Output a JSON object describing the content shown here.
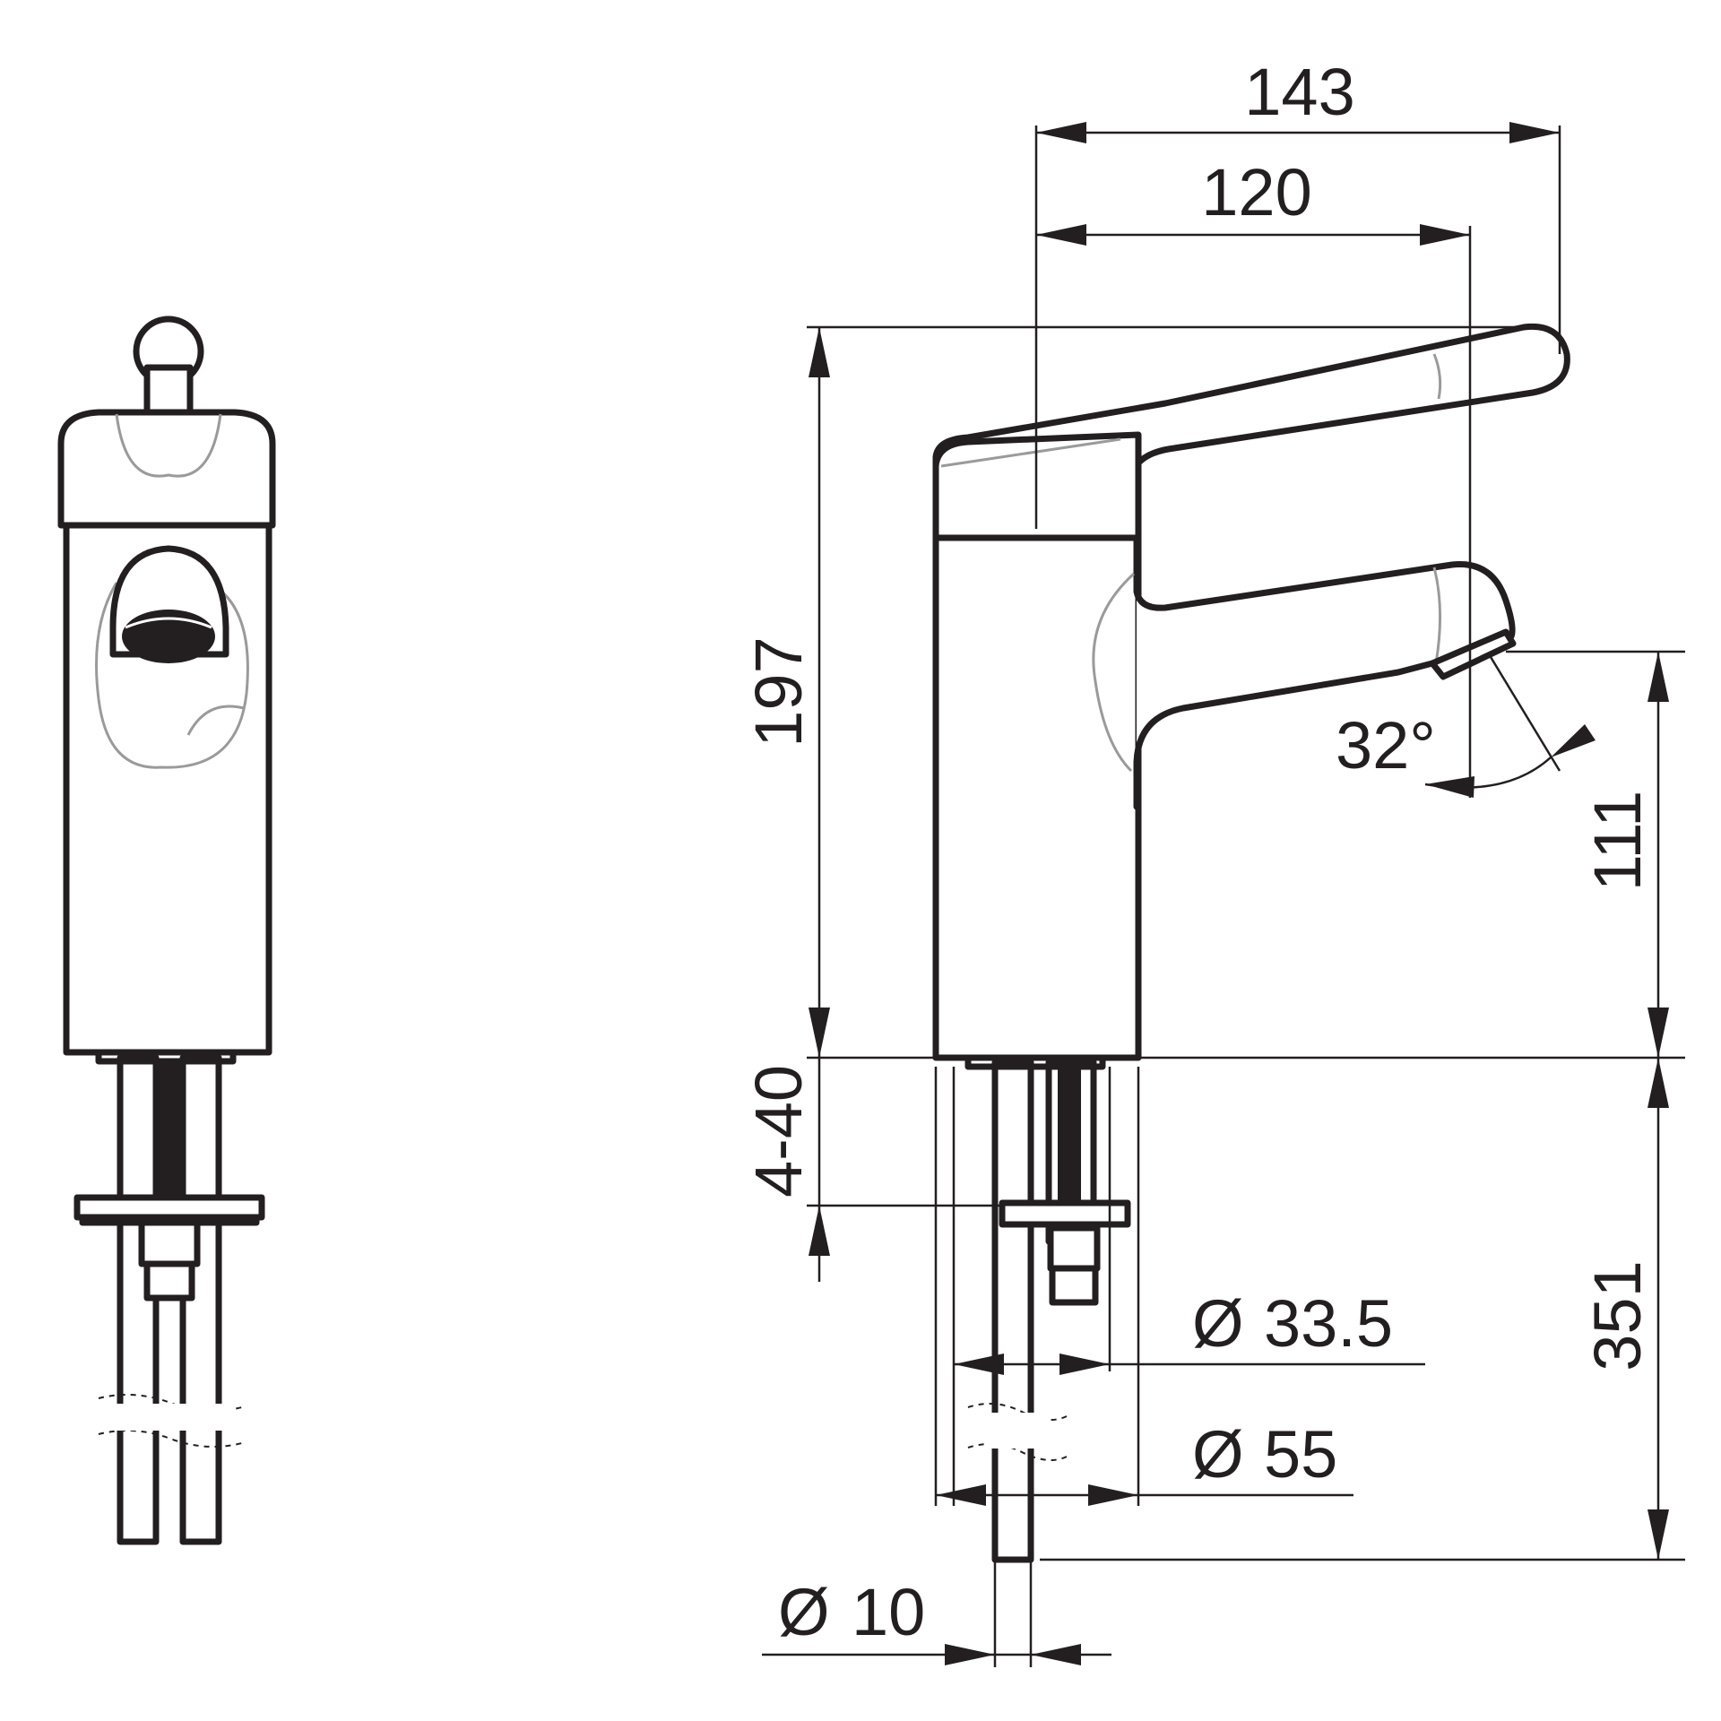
{
  "dimensions": {
    "width_total": "143",
    "width_spout": "120",
    "height_total": "197",
    "spout_height": "111",
    "plate_range": "4-40",
    "shank_length": "351",
    "spout_angle": "32°",
    "dia_thread": "33.5",
    "dia_base": "55",
    "dia_pipe": "10"
  },
  "symbols": {
    "diameter": "Ø"
  },
  "colors": {
    "line": "#231f20",
    "hidden_line": "#9a9a9a",
    "background": "#ffffff"
  }
}
